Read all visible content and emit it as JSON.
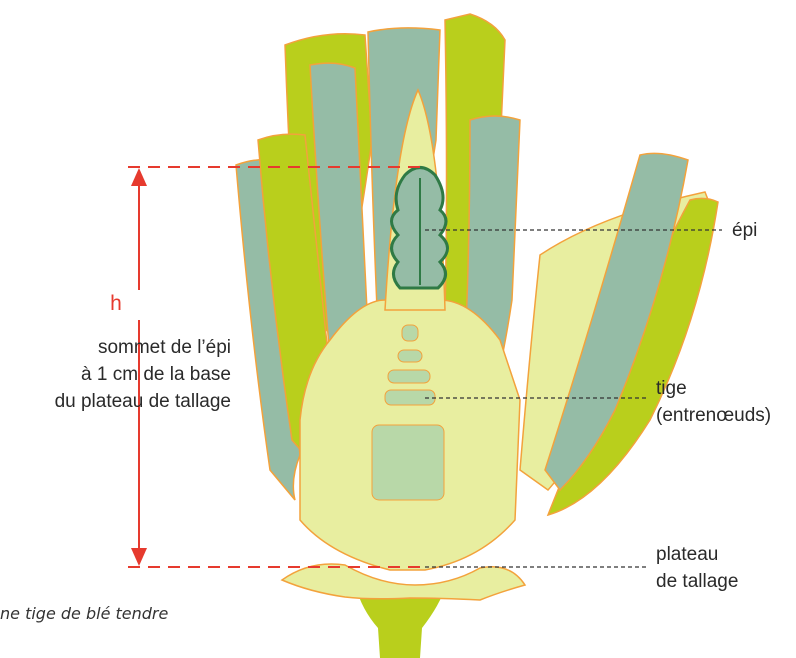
{
  "labels": {
    "epi": "épi",
    "tige_line1": "tige",
    "tige_line2": "(entrenœuds)",
    "plateau_line1": "plateau",
    "plateau_line2": "de tallage"
  },
  "measurement": {
    "symbol": "h",
    "line1": "sommet de l’épi",
    "line2": "à 1 cm de la base",
    "line3": "du plateau de tallage"
  },
  "caption": "ne tige de blé tendre",
  "colors": {
    "arrow_red": "#e63a2e",
    "leaf_bright": "#b9cf1c",
    "leaf_teal": "#95bca6",
    "leaf_light": "#e8eea0",
    "edge_orange": "#f3a23c",
    "ear_green": "#2f7a45"
  }
}
